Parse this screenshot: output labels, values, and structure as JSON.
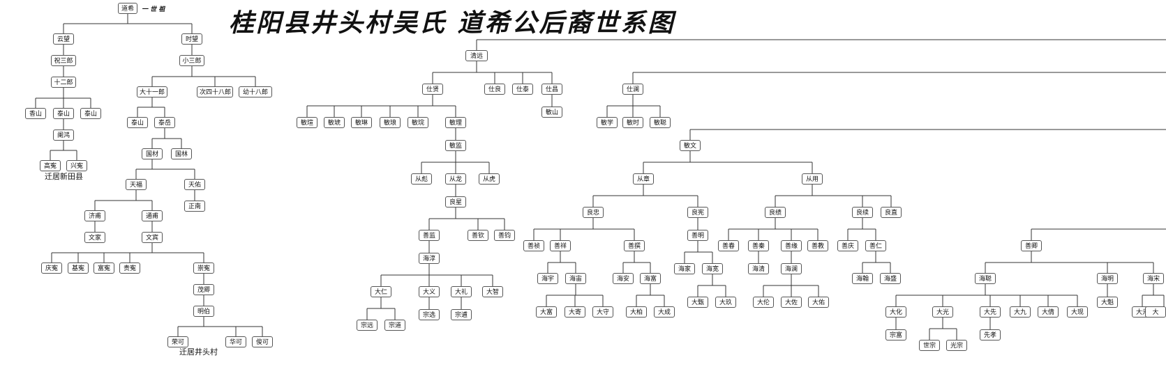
{
  "title": "桂阳县井头村吴氏 道希公后裔世系图",
  "generation_label": "一 世 祖",
  "notes": {
    "xintian": "迁居新田县",
    "jingtou": "迁居井头村"
  },
  "nodes": {
    "daoxi": "道希",
    "yunwang": "云望",
    "shiwang": "时望",
    "zhusanlang": "祝三郎",
    "shierlang": "十二郎",
    "xiangshan": "香山",
    "taishan1": "泰山",
    "taishan2": "泰山",
    "lanhong": "阑鸿",
    "gaochong": "高寃",
    "xingchong": "兴寃",
    "xiaosanlang": "小三郎",
    "dashiyilang": "大十一郎",
    "cisishiba": "次四十八郎",
    "youshiba": "幼十八郎",
    "taishan3": "泰山",
    "taiyue": "泰岳",
    "guocai": "国材",
    "guolin": "国林",
    "tianfu": "天福",
    "tianyou": "天佑",
    "zhengnan": "正南",
    "jinan": "济甫",
    "tongnan": "通甫",
    "wenjia": "文家",
    "wenbin": "文宾",
    "qingchong": "庆寃",
    "jichong": "基寃",
    "fuchong": "富寃",
    "guichong": "贵寃",
    "chongchong": "崇寃",
    "maoqing": "茂卿",
    "mingbo": "明伯",
    "rongke": "荣可",
    "huake": "华可",
    "junke": "俊可",
    "qingyuan": "清远",
    "shixian": "仕贤",
    "shiliang": "仕良",
    "shitai": "仕泰",
    "shichang": "仕昌",
    "shilan": "仕澜",
    "minhan": "敏瑄",
    "minhu": "敏琥",
    "minlin": "敏琳",
    "minlang": "敏琅",
    "minwan": "敏琓",
    "minli": "敏理",
    "minshan": "敏山",
    "minxue": "敏学",
    "minshi": "敏时",
    "mincong": "敏聪",
    "minjian": "敏监",
    "minwen": "敏文",
    "congbiao": "从彪",
    "conglong": "从龙",
    "conghu": "从虎",
    "liangxing": "良星",
    "shanjian": "善监",
    "shanqin": "善钦",
    "shanjun": "善钧",
    "haichun": "海淳",
    "daren": "大仁",
    "dayi": "大义",
    "dali": "大礼",
    "dazhi": "大智",
    "zongyuan": "宗远",
    "zongdao": "宗道",
    "zongxuan": "宗选",
    "zongxun": "宗逋",
    "congzhang": "从章",
    "congyong": "从用",
    "liangzhong": "良忠",
    "liangxian": "良宪",
    "shanzhen": "善祯",
    "shanxiang": "善祥",
    "shanzhuan": "善撰",
    "haiyu": "海宇",
    "haizhou": "海宙",
    "dafu1": "大富",
    "daji": "大寄",
    "dashou": "大守",
    "haian": "海安",
    "haifu": "海富",
    "dabai": "大柏",
    "dacheng": "大成",
    "shanming": "善明",
    "haijia": "海家",
    "haikuan": "海宽",
    "dazhen": "大甄",
    "dajiu": "大玖",
    "liangji": "良绩",
    "liangxu": "良续",
    "liangzhi": "良直",
    "shanchun": "善春",
    "shanqin2": "善秦",
    "shanyuan": "善缘",
    "shanjiao": "善教",
    "haiqing": "海清",
    "hailan": "海澜",
    "dalun": "大伦",
    "dazuo": "大佐",
    "dayou": "大佑",
    "shanqing": "善庆",
    "shanren": "善仁",
    "haihan": "海翰",
    "haisheng": "海盛",
    "shanqing2": "善卿",
    "haicong": "海聪",
    "haiming": "海明",
    "haisong": "海宋",
    "dahua": "大化",
    "daguang": "大光",
    "daxian": "大先",
    "dajiu2": "大九",
    "daqian": "大倩",
    "daxian2": "大现",
    "zongfu": "宗富",
    "shizong": "世宗",
    "guangzong": "光宗",
    "xianxiao": "先孝",
    "dakui": "大魁",
    "dayuan": "大元",
    "dae": "大"
  }
}
